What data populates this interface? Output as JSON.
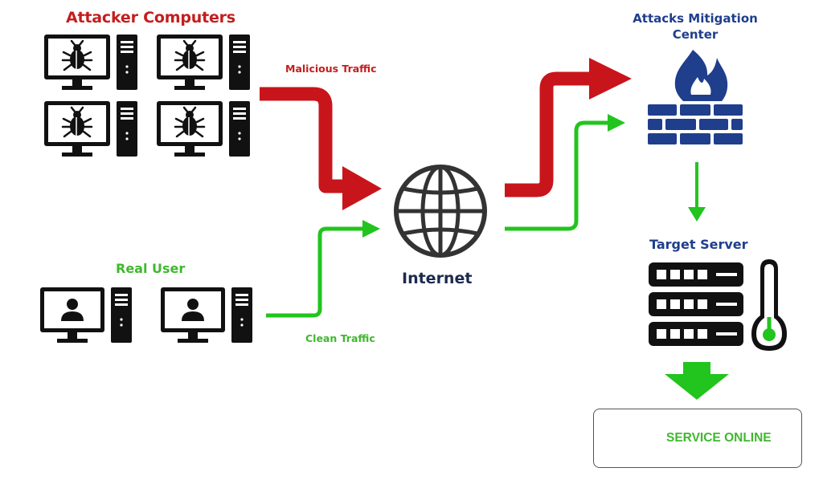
{
  "attackers": {
    "title": "Attacker Computers",
    "count": 4
  },
  "real_users": {
    "title": "Real User",
    "count": 2
  },
  "flows": {
    "malicious_label": "Malicious Traffic",
    "clean_label": "Clean Traffic"
  },
  "internet": {
    "label": "Internet"
  },
  "mitigation": {
    "title_line1": "Attacks Mitigation",
    "title_line2": "Center"
  },
  "target": {
    "title": "Target Server"
  },
  "status": {
    "text": "SERVICE ONLINE"
  },
  "colors": {
    "malicious": "#c8151b",
    "clean": "#22c41e",
    "firewall": "#1f3e8c",
    "dark": "#111111"
  },
  "icons": [
    "bug-icon",
    "computer-tower-icon",
    "monitor-icon",
    "user-icon",
    "globe-icon",
    "firewall-icon",
    "flame-icon",
    "server-rack-icon",
    "thermometer-icon",
    "down-arrow-icon",
    "check-icon"
  ]
}
